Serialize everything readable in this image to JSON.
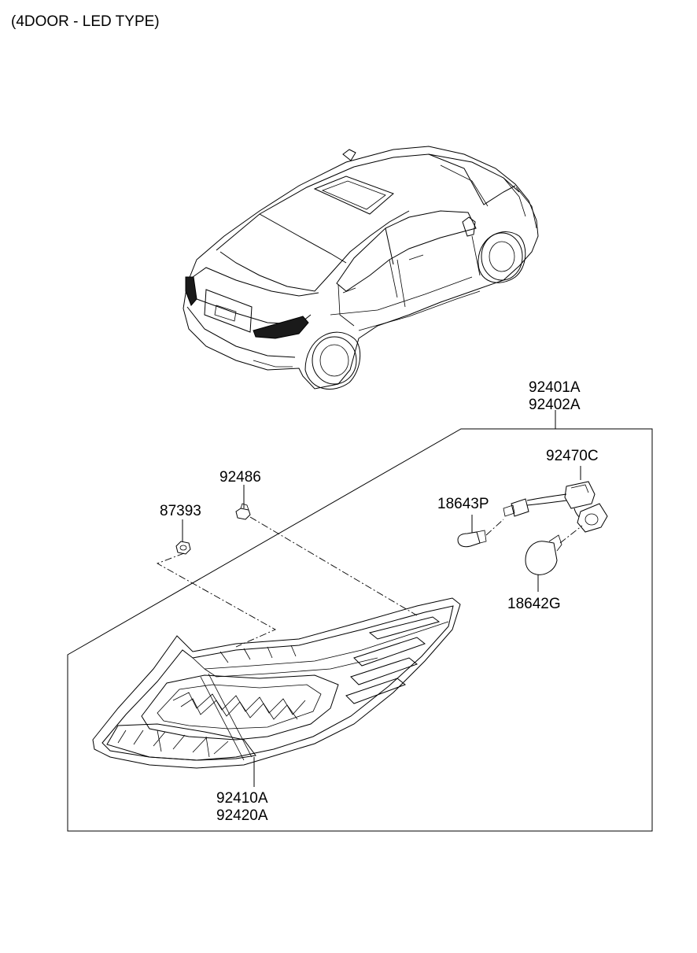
{
  "title": "(4DOOR - LED TYPE)",
  "parts": {
    "assembly_a": "92401A",
    "assembly_b": "92402A",
    "wiring": "92470C",
    "bulb_small": "18643P",
    "bulb_large": "18642G",
    "screw": "92486",
    "nut": "87393",
    "lamp_a": "92410A",
    "lamp_b": "92420A"
  }
}
